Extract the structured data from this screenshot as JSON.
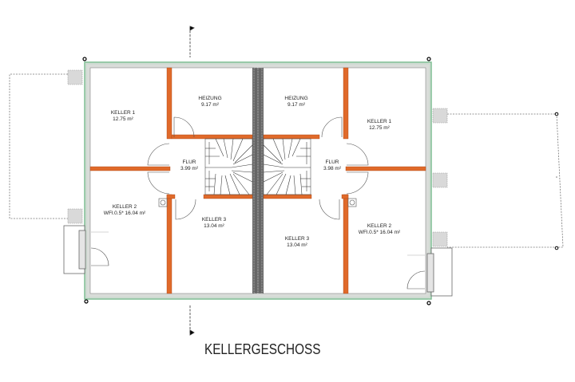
{
  "drawing": {
    "title": "KELLERGESCHOSS",
    "type": "floor plan (basement of semi-detached house)",
    "colors": {
      "outer_wall_fill": "#d9dcd9",
      "outer_wall_edge": "#7fbf94",
      "inner_wall": "#e06a2a",
      "party_wall": "#555555",
      "line": "#333333",
      "dashed_outline": "#777777"
    }
  },
  "rooms": {
    "left_keller1": {
      "name": "KELLER 1",
      "area": "12.75 m²"
    },
    "left_heizung": {
      "name": "HEIZUNG",
      "area": "9.17 m²"
    },
    "left_flur": {
      "name": "FLUR",
      "area": "3.99 m²"
    },
    "left_keller2": {
      "name": "KELLER 2",
      "area": "WFl.0.5* 16.04 m²"
    },
    "left_keller3": {
      "name": "KELLER 3",
      "area": "13.04 m²"
    },
    "right_heizung": {
      "name": "HEIZUNG",
      "area": "9.17 m²"
    },
    "right_keller1": {
      "name": "KELLER 1",
      "area": "12.75 m²"
    },
    "right_flur": {
      "name": "FLUR",
      "area": "3.98 m²"
    },
    "right_keller3": {
      "name": "KELLER 3",
      "area": "13.04 m²"
    },
    "right_keller2": {
      "name": "KELLER 2",
      "area": "WFl.0.5* 16.04 m²"
    }
  }
}
